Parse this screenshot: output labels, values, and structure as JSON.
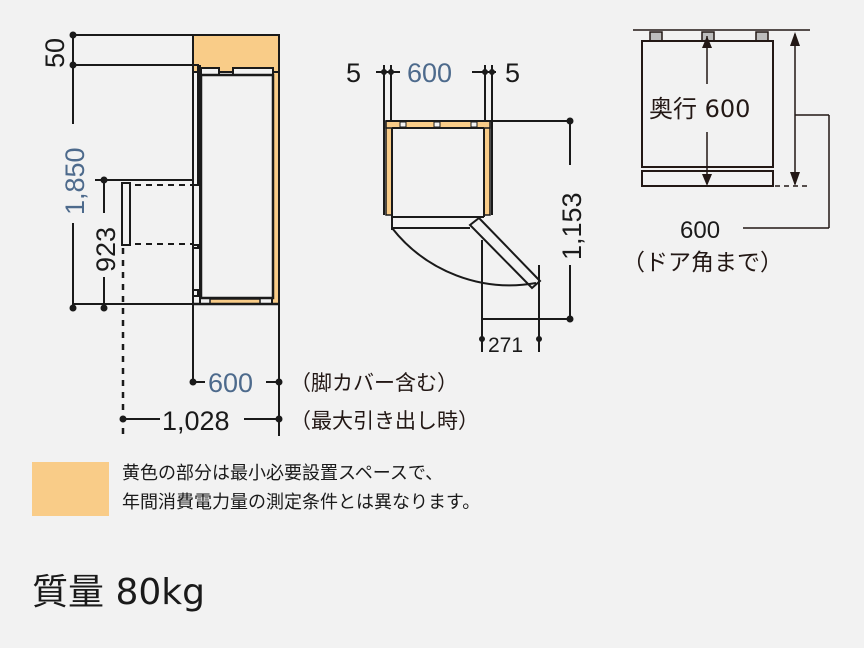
{
  "colors": {
    "background": "#f2f2f2",
    "min_space_fill": "#f9cc88",
    "accent_dimension": "#4d6a8c",
    "line": "#1a1a1a"
  },
  "side_view": {
    "dim_top_gap": "50",
    "dim_height": "1,850",
    "dim_drawer_height": "923",
    "dim_depth": "600",
    "dim_depth_note": "（脚カバー含む）",
    "dim_depth_open": "1,028",
    "dim_depth_open_note": "（最大引き出し時）"
  },
  "top_view": {
    "dim_left_gap": "5",
    "dim_width": "600",
    "dim_right_gap": "5",
    "dim_door_swing_depth": "1,153",
    "dim_door_protrusion": "271"
  },
  "depth_view": {
    "depth_label": "奥行 600",
    "door_corner_depth": "600",
    "door_corner_note": "（ドア角まで）"
  },
  "legend": {
    "line1": "黄色の部分は最小必要設置スペースで、",
    "line2": "年間消費電力量の測定条件とは異なります。"
  },
  "mass": {
    "label": "質量 80kg"
  }
}
